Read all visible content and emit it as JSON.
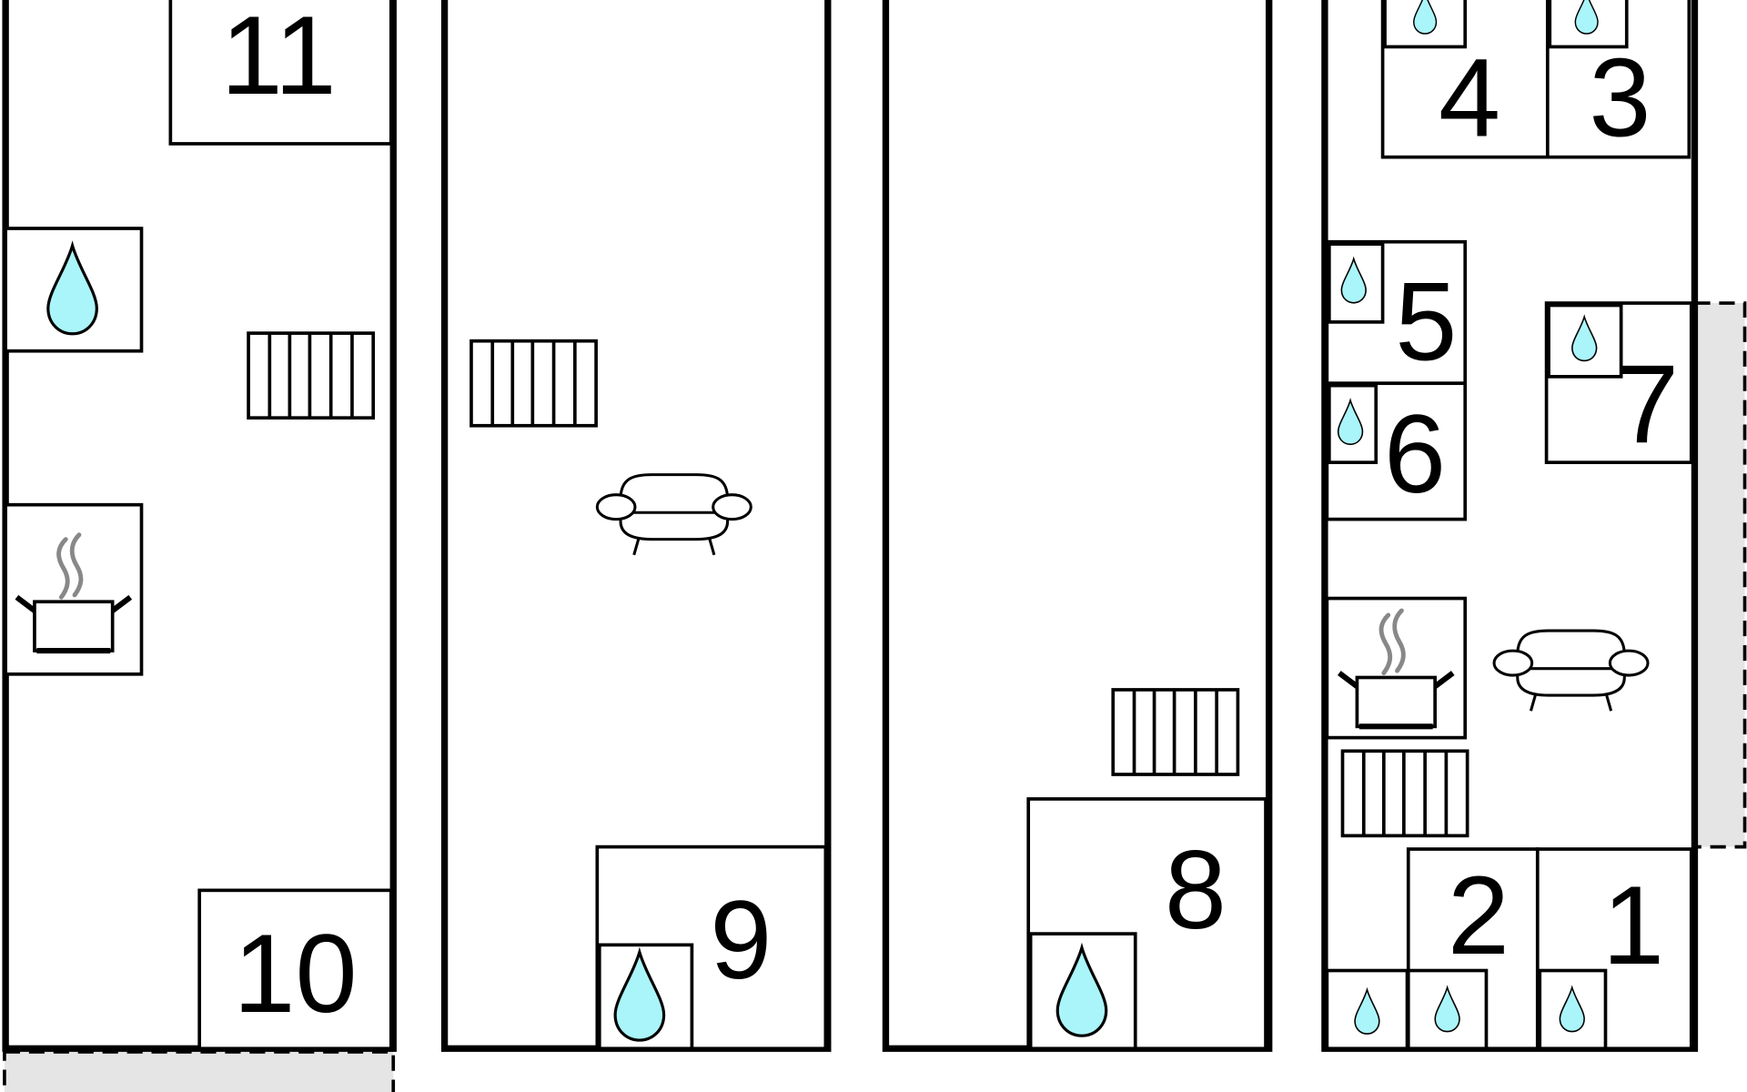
{
  "colors": {
    "wall": "#000000",
    "water": "#aaf5fa",
    "steam": "#888888",
    "terrace": "#e5e5e5"
  },
  "rooms": {
    "r1": "1",
    "r2": "2",
    "r3": "3",
    "r4": "4",
    "r5": "5",
    "r6": "6",
    "r7": "7",
    "r8": "8",
    "r9": "9",
    "r10": "10",
    "r11": "11"
  },
  "icons": {
    "bathroom": "water-drop-icon",
    "kitchen": "cooking-pot-icon",
    "living": "sofa-icon",
    "stairs": "stairs-icon"
  }
}
